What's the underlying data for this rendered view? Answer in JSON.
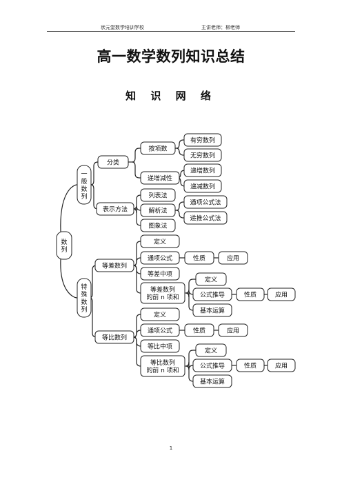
{
  "header": {
    "school": "状元堂数学培训学校",
    "teacher": "主讲老师：柳老师"
  },
  "title": "高一数学数列知识总结",
  "subtitle": "知 识 网 络",
  "page_number": "1",
  "tree": {
    "root": "数\n列",
    "general": "一\n般\n数\n列",
    "special": "特\n殊\n数\n列",
    "classify": "分类",
    "by_count": "按项数",
    "finite": "有穷数列",
    "infinite": "无穷数列",
    "by_monotone": "递增减性",
    "increasing": "递增数列",
    "decreasing": "递减数列",
    "representation": "表示方法",
    "list_method": "列表法",
    "analytic_method": "解析法",
    "graph_method": "图象法",
    "general_formula_method": "通项公式法",
    "recursive_method": "递推公式法",
    "arith": "等差数列",
    "geo": "等比数列",
    "definition": "定义",
    "general_term": "通项公式",
    "property": "性质",
    "application": "应用",
    "arith_mean": "等差中项",
    "geo_mean": "等比中项",
    "arith_sum": "等差数列\n的前 n 项和",
    "geo_sum": "等比数列\n的前 n 项和",
    "formula_derivation": "公式推导",
    "basic_operation": "基本运算"
  }
}
